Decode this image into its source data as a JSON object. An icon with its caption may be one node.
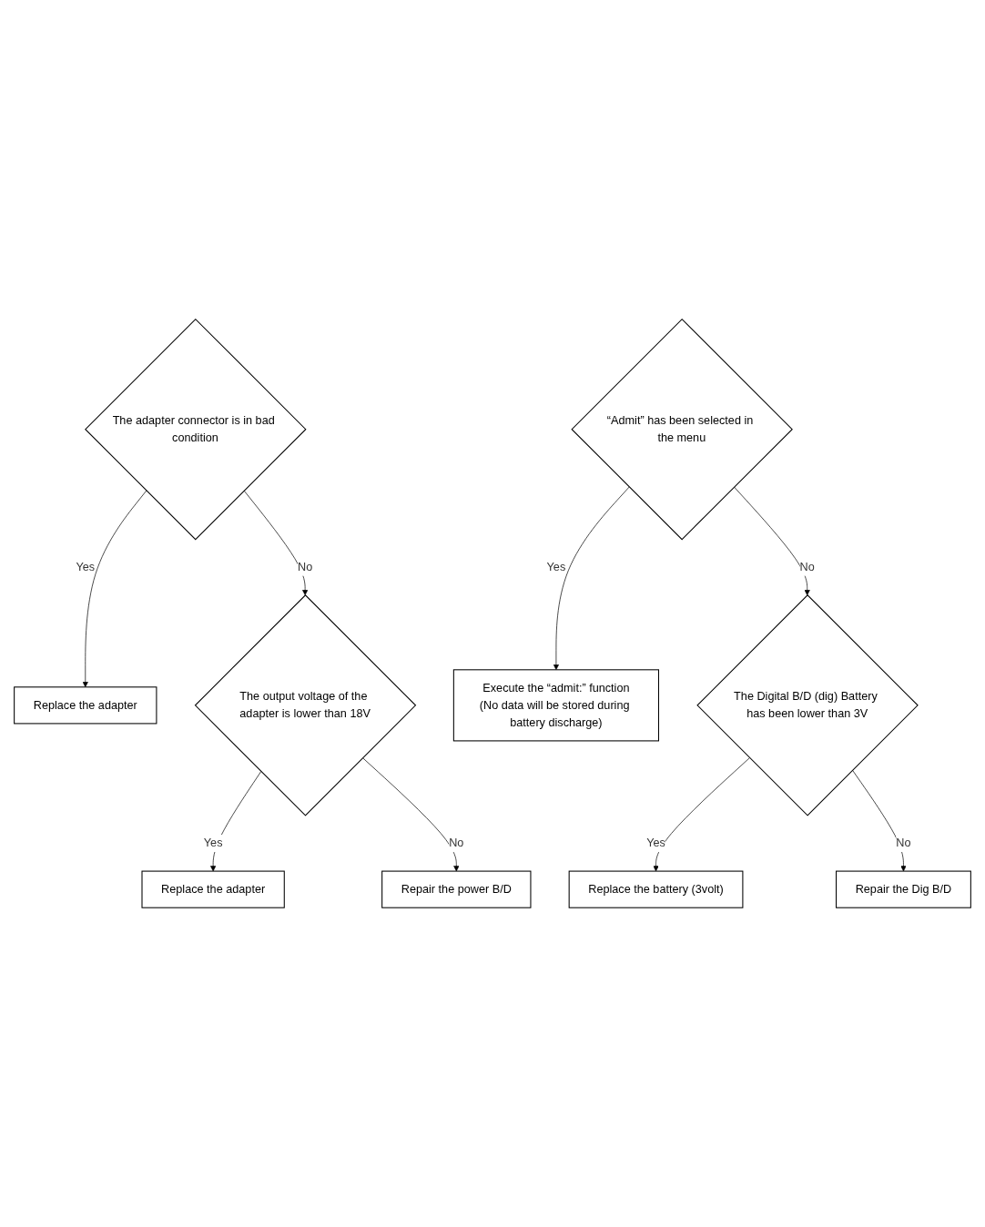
{
  "diagram": {
    "nodes": [
      {
        "text": [
          "The adapter connector is in bad condition"
        ]
      },
      {
        "text": [
          "Replace the adapter"
        ]
      },
      {
        "text": [
          "The output voltage of the adapter is lower than 18V"
        ]
      },
      {
        "text": [
          "Replace the adapter"
        ]
      },
      {
        "text": [
          "Repair the power B/D"
        ]
      },
      {
        "text": [
          "“Admit” has been selected in the menu"
        ]
      },
      {
        "text": [
          "Execute the “admit:” function",
          "(No data will be stored during battery discharge)"
        ]
      },
      {
        "text": [
          "The Digital B/D (dig) Battery has been lower than 3V"
        ]
      },
      {
        "text": [
          "Replace the battery (3volt)"
        ]
      },
      {
        "text": [
          "Repair the Dig B/D"
        ]
      }
    ],
    "edges": [
      {
        "from": 0,
        "to": 1,
        "arrow": "to",
        "label": "Yes"
      },
      {
        "from": 0,
        "to": 2,
        "arrow": "to",
        "label": "No"
      },
      {
        "from": 2,
        "to": 3,
        "arrow": "to",
        "label": "Yes"
      },
      {
        "from": 2,
        "to": 4,
        "arrow": "to",
        "label": "No"
      },
      {
        "from": 5,
        "to": 6,
        "arrow": "to",
        "label": "Yes"
      },
      {
        "from": 5,
        "to": 7,
        "arrow": "to",
        "label": "No"
      },
      {
        "from": 7,
        "to": 8,
        "arrow": "to",
        "label": "Yes"
      },
      {
        "from": 7,
        "to": 9,
        "arrow": "to",
        "label": "No"
      }
    ]
  }
}
